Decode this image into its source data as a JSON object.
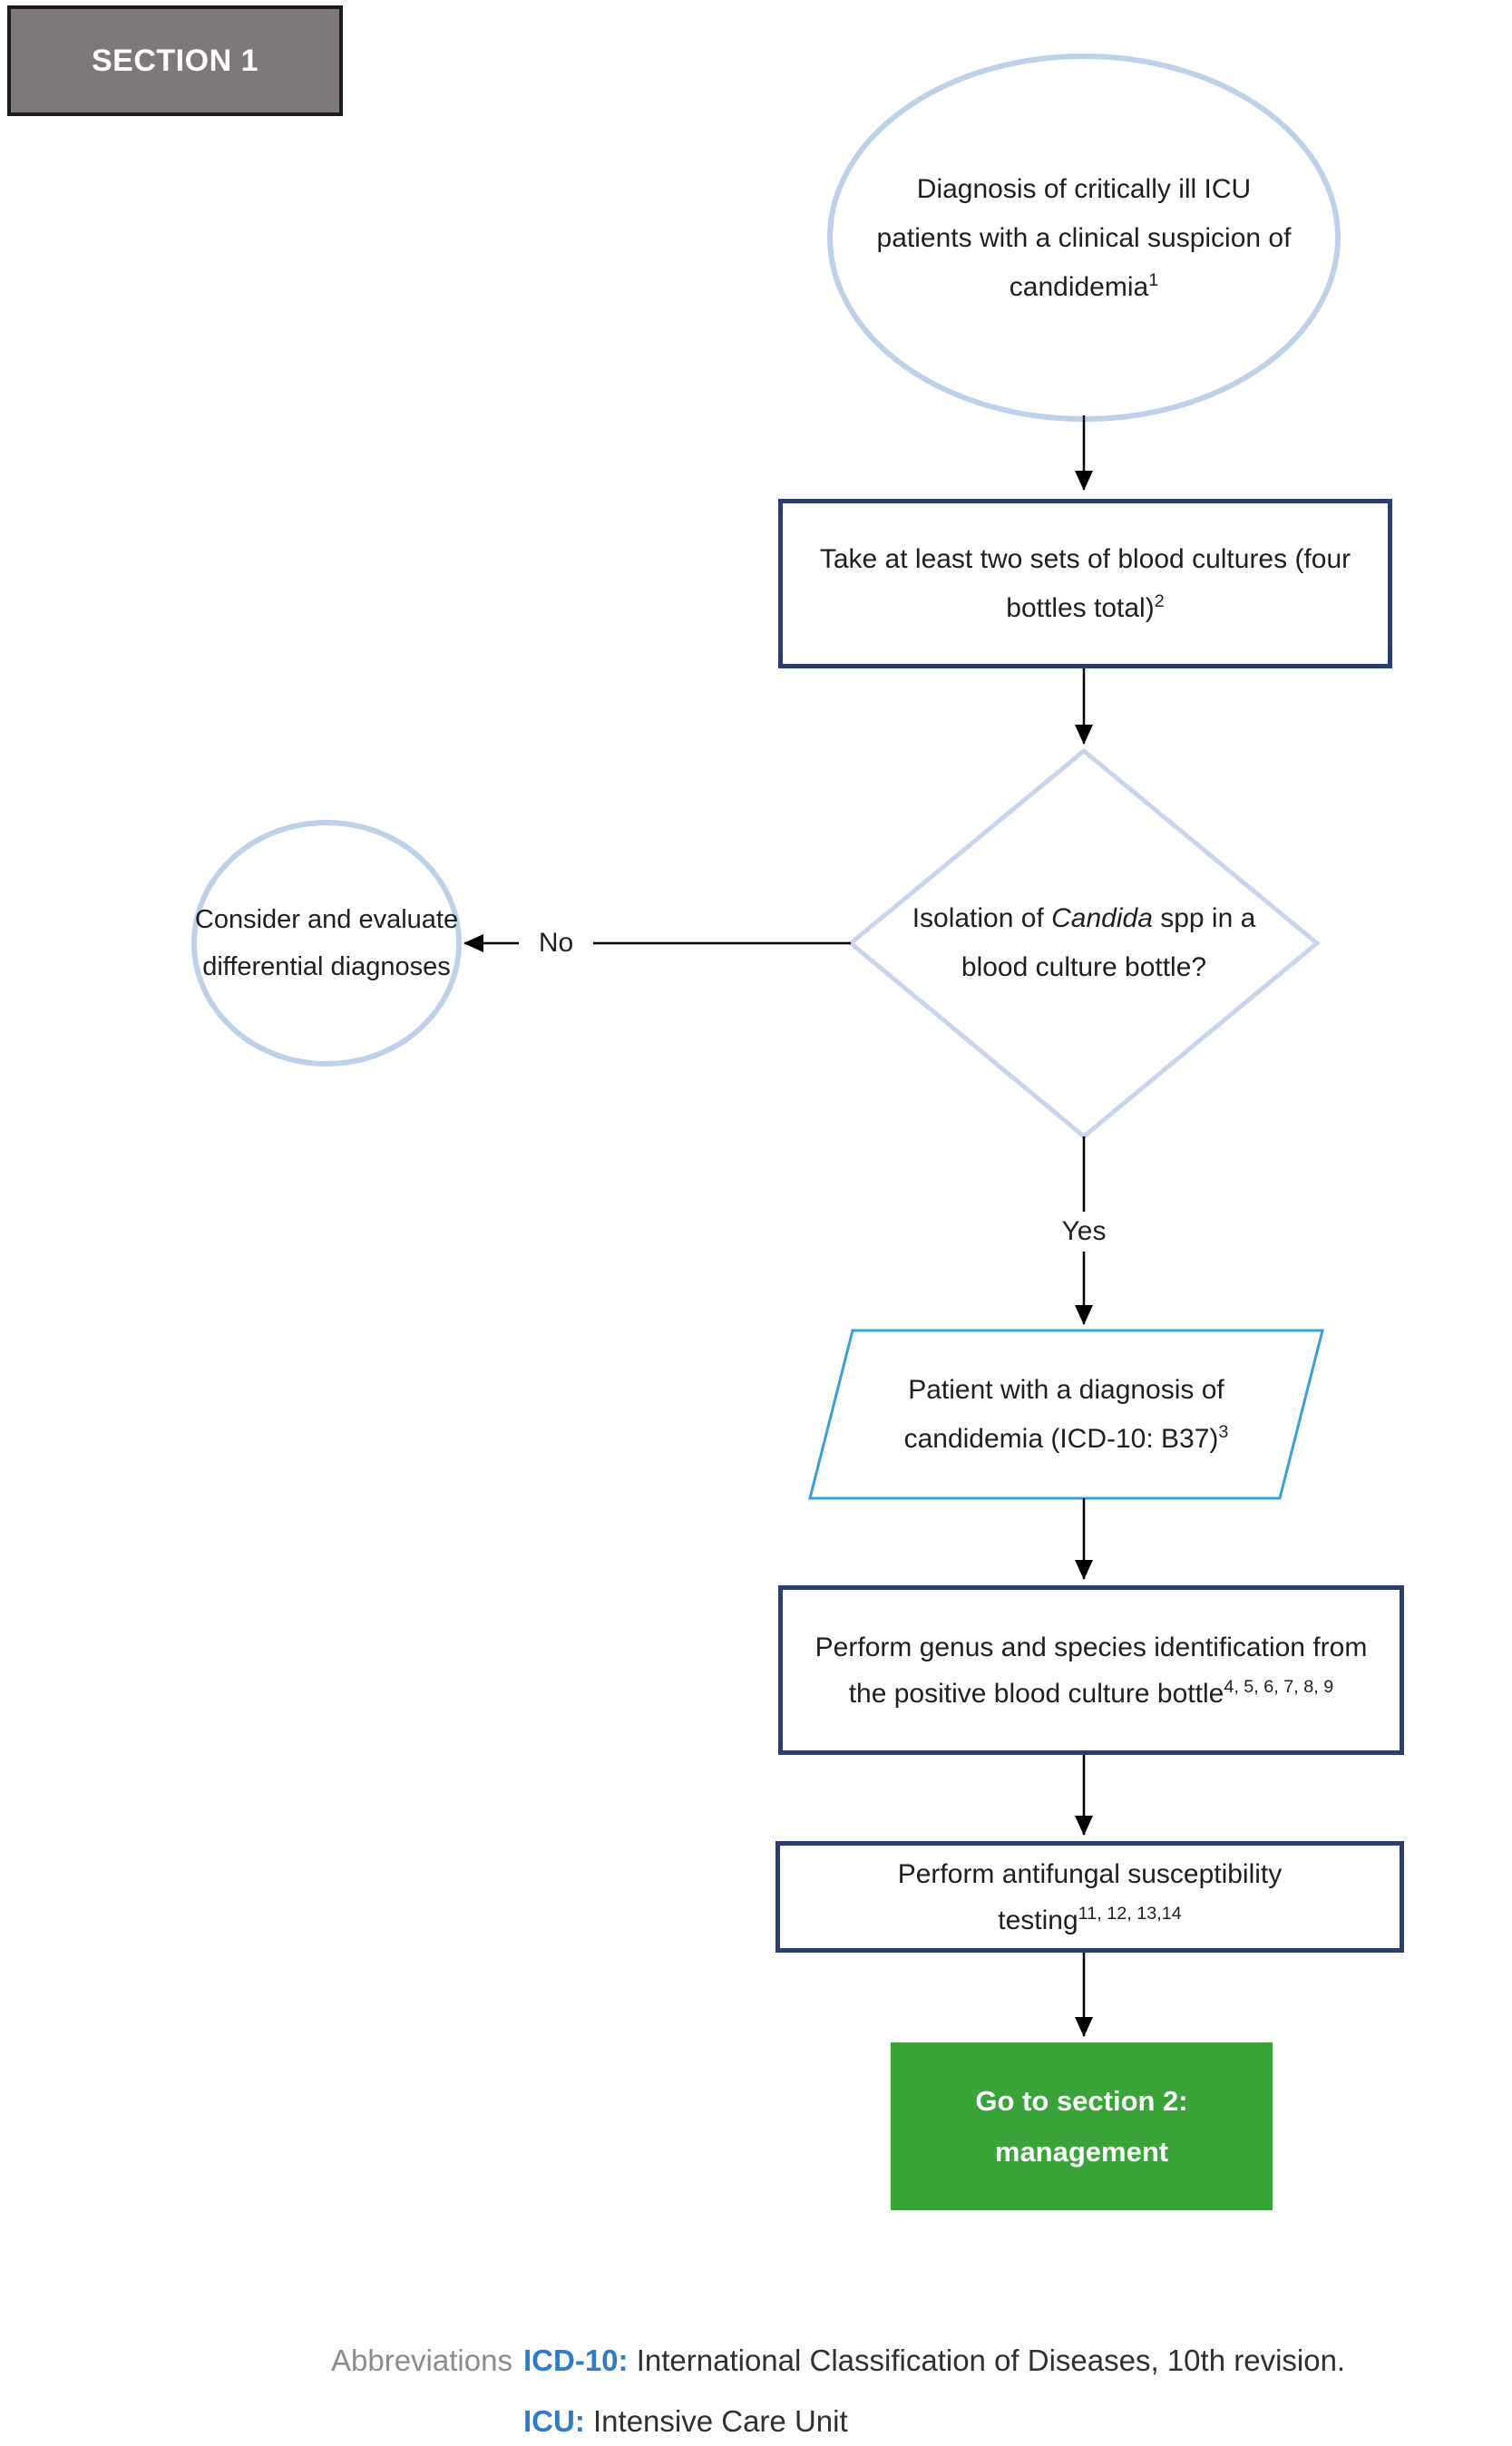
{
  "section_header": {
    "label": "SECTION 1"
  },
  "nodes": {
    "start": {
      "text": "Diagnosis of critically ill ICU patients with a clinical suspicion of candidemia",
      "sup": "1"
    },
    "blood_cultures": {
      "text": "Take at least two sets of blood cultures (four bottles total)",
      "sup": "2"
    },
    "decision": {
      "pre": "Isolation of ",
      "italic": "Candida",
      "post": " spp in a blood culture bottle?"
    },
    "differential": {
      "text": "Consider and evaluate differential diagnoses"
    },
    "diagnosis": {
      "text": "Patient with a diagnosis of candidemia (ICD-10: B37)",
      "sup": "3"
    },
    "identification": {
      "text": "Perform genus and species identification from the positive blood culture bottle",
      "sup": "4, 5, 6, 7, 8, 9"
    },
    "susceptibility": {
      "text": "Perform antifungal susceptibility testing",
      "sup": "11, 12, 13,14"
    },
    "goto_section2": {
      "text": "Go to section 2: management"
    }
  },
  "edge_labels": {
    "yes": "Yes",
    "no": "No"
  },
  "abbreviations": {
    "label": "Abbreviations",
    "entries": [
      {
        "term": "ICD-10:",
        "definition": "International Classification of Diseases, 10th revision."
      },
      {
        "term": "ICU:",
        "definition": "Intensive Care Unit"
      }
    ]
  },
  "colors": {
    "ellipse_border": "#bdd1ea",
    "diamond_border": "#c9d5ee",
    "parallelogram_border": "#3da0d2",
    "rect_border": "#2c3e6f",
    "go_box_fill": "#3aa339",
    "section_fill": "#7e7978",
    "abbrev_term_blue": "#2e7bcb",
    "abbrev_label_gray": "#8c8c8c",
    "arrow_black": "#000000"
  }
}
